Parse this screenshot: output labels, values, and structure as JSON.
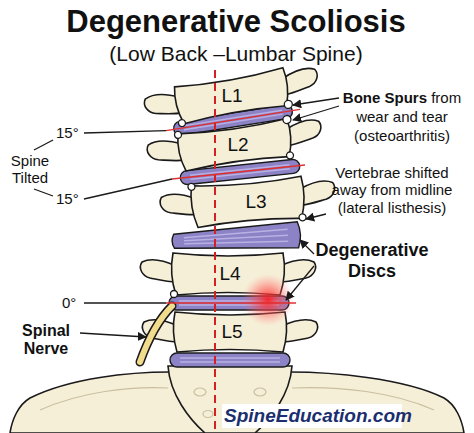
{
  "diagram": {
    "title": "Degenerative Scoliosis",
    "labels": [
      "(Low Back –Lumbar Spine)",
      "L1",
      "L2",
      "L3",
      "L4",
      "L5",
      "Bone Spurs",
      "from wear and tear (osteoarthritis)",
      "Spine Tilted",
      "15°",
      "15°",
      "0°",
      "Vertebrae shifted away from midline (lateral listhesis)",
      "Degenerative Discs",
      "Spinal Nerve",
      "SpineEducation.com"
    ]
  }
}
